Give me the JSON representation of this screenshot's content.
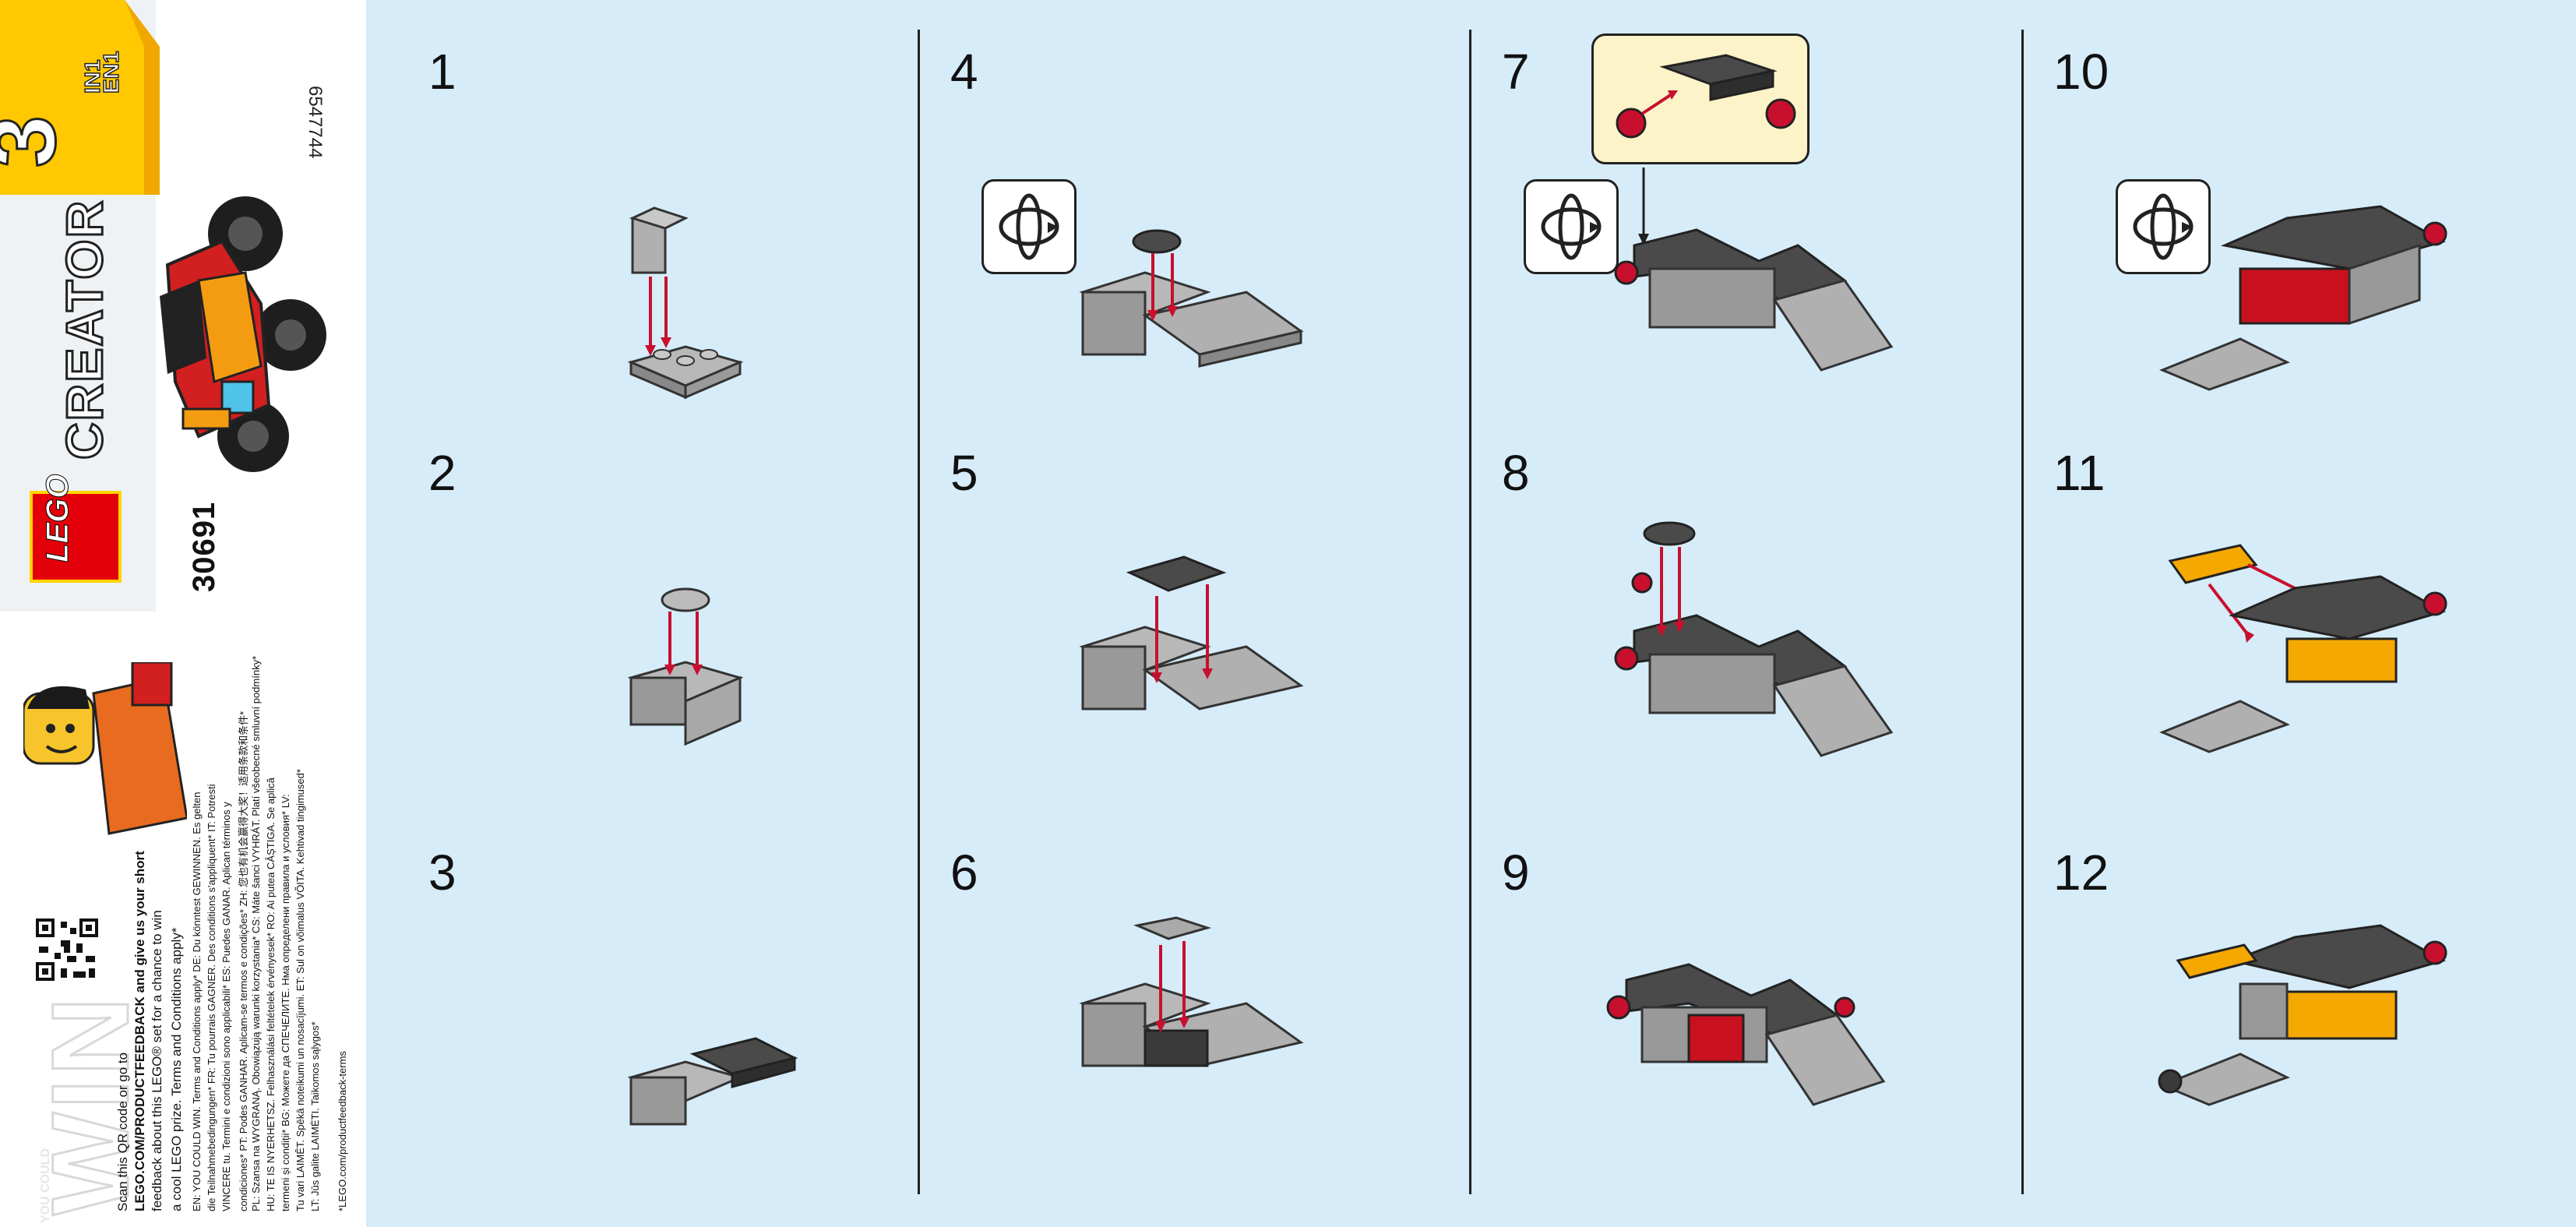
{
  "cover": {
    "badge_number": "3",
    "badge_in_1": "IN1",
    "badge_en_1": "EN1",
    "brand": "CREATOR",
    "lego_logo": "LEGO",
    "set_number": "30691",
    "set_code": "6547744"
  },
  "promo": {
    "win": "WIN",
    "you_could": "YOU COULD",
    "scan_line1": "Scan this QR code or go to",
    "scan_line2": "LEGO.COM/PRODUCTFEEDBACK and give us your short",
    "scan_line3": "feedback about this LEGO® set for a chance to win",
    "scan_line4": "a cool LEGO prize. Terms and Conditions apply*",
    "legal_lines": [
      "EN: YOU COULD WIN. Terms and Conditions apply* DE: Du könntest GEWINNEN. Es gelten",
      "die Teilnahmebedingungen* FR: Tu pourrais GAGNER. Des conditions s'appliquent* IT: Potresti",
      "VINCERE tu. Termini e condizioni sono applicabili* ES: Puedes GANAR. Aplican términos y",
      "condiciones* PT: Podes GANHAR. Aplicam-se termos e condições* ZH: 您也有机会赢得大奖！适用条款和条件*",
      "PL: Szansa na WYGRANĄ. Obowiązują warunki korzystania* CS: Máte šanci VYHRÁT. Platí všeobecné smluvní podmínky*",
      "HU: TE IS NYERHETSZ. Felhasználási feltételek érvényesek* RO: Ai putea CÂȘTIGA. Se aplică",
      "termeni și condiții* BG: Можете да СПЕЧЕЛИТЕ. Нма определени правила и условия* LV:",
      "Tu vari LAIMĒT. Spēkā noteikumi un nosacījumi. ET: Sul on võimalus VÕITA. Kehtivad tingimused*",
      "LT: Jūs galite LAIMĖTI. Taikomos sąlygos*",
      "*LEGO.com/productfeedback-terms"
    ]
  },
  "steps": [
    {
      "number": "1"
    },
    {
      "number": "2"
    },
    {
      "number": "3"
    },
    {
      "number": "4"
    },
    {
      "number": "5"
    },
    {
      "number": "6"
    },
    {
      "number": "7"
    },
    {
      "number": "8"
    },
    {
      "number": "9"
    },
    {
      "number": "10"
    },
    {
      "number": "11"
    },
    {
      "number": "12"
    }
  ],
  "colors": {
    "background": "#d6ecf9",
    "brick_gray": "#a0a0a0",
    "brick_dark": "#3c3c3c",
    "brick_red": "#c8101e",
    "brick_yellow": "#f5a800",
    "arrow_red": "#c8102e",
    "callout_fill": "#fdf3c8",
    "badge_yellow": "#ffc800"
  },
  "icons": [
    "rotate-model-icon",
    "qr-code-icon",
    "lego-logo-icon",
    "3in1-badge-icon"
  ]
}
